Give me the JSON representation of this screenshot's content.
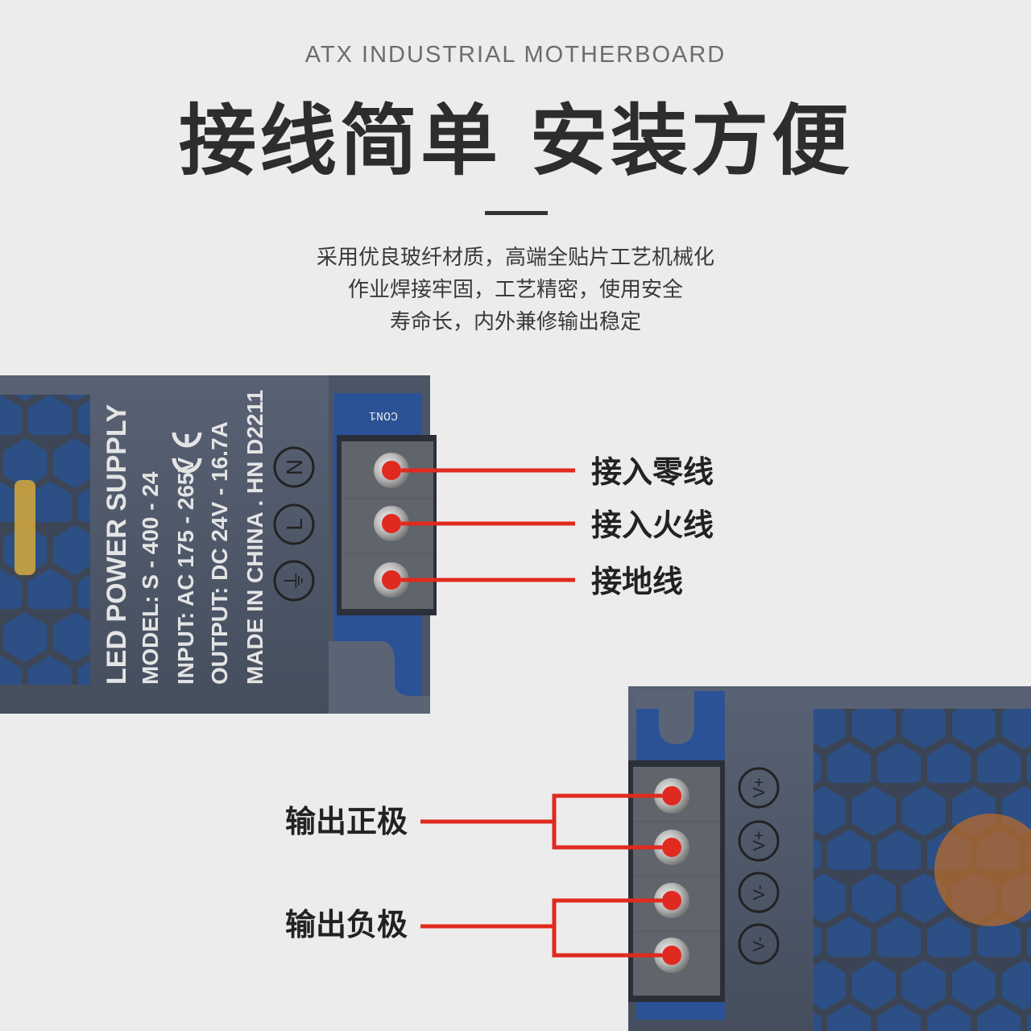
{
  "header": {
    "subtitle_en": "ATX INDUSTRIAL MOTHERBOARD",
    "headline_part1": "接线简单",
    "headline_part2": "安装方便"
  },
  "description": {
    "lines": [
      "采用优良玻纤材质，高端全贴片工艺机械化",
      "作业焊接牢固，工艺精密，使用安全",
      "寿命长，内外兼修输出稳定"
    ]
  },
  "input_unit": {
    "label_lines": [
      "LED POWER SUPPLY",
      "MODEL: S - 400 - 24",
      "INPUT: AC 175 - 265V",
      "OUTPUT: DC 24V - 16.7A",
      "MADE IN CHINA . HN   D2211"
    ],
    "connector_label": "CON1",
    "terminals": [
      {
        "symbol": "N",
        "label": "接入零线"
      },
      {
        "symbol": "L",
        "label": "接入火线"
      },
      {
        "symbol": "⏚",
        "label": "接地线"
      }
    ]
  },
  "output_unit": {
    "terminal_symbols": [
      "V+",
      "V+",
      "V-",
      "V-"
    ],
    "groups": [
      {
        "label": "输出正极"
      },
      {
        "label": "输出负极"
      }
    ]
  },
  "colors": {
    "accent_red": "#e02a1f",
    "case_gray": "#4e5868",
    "pcb_blue": "#2e5b9a"
  }
}
